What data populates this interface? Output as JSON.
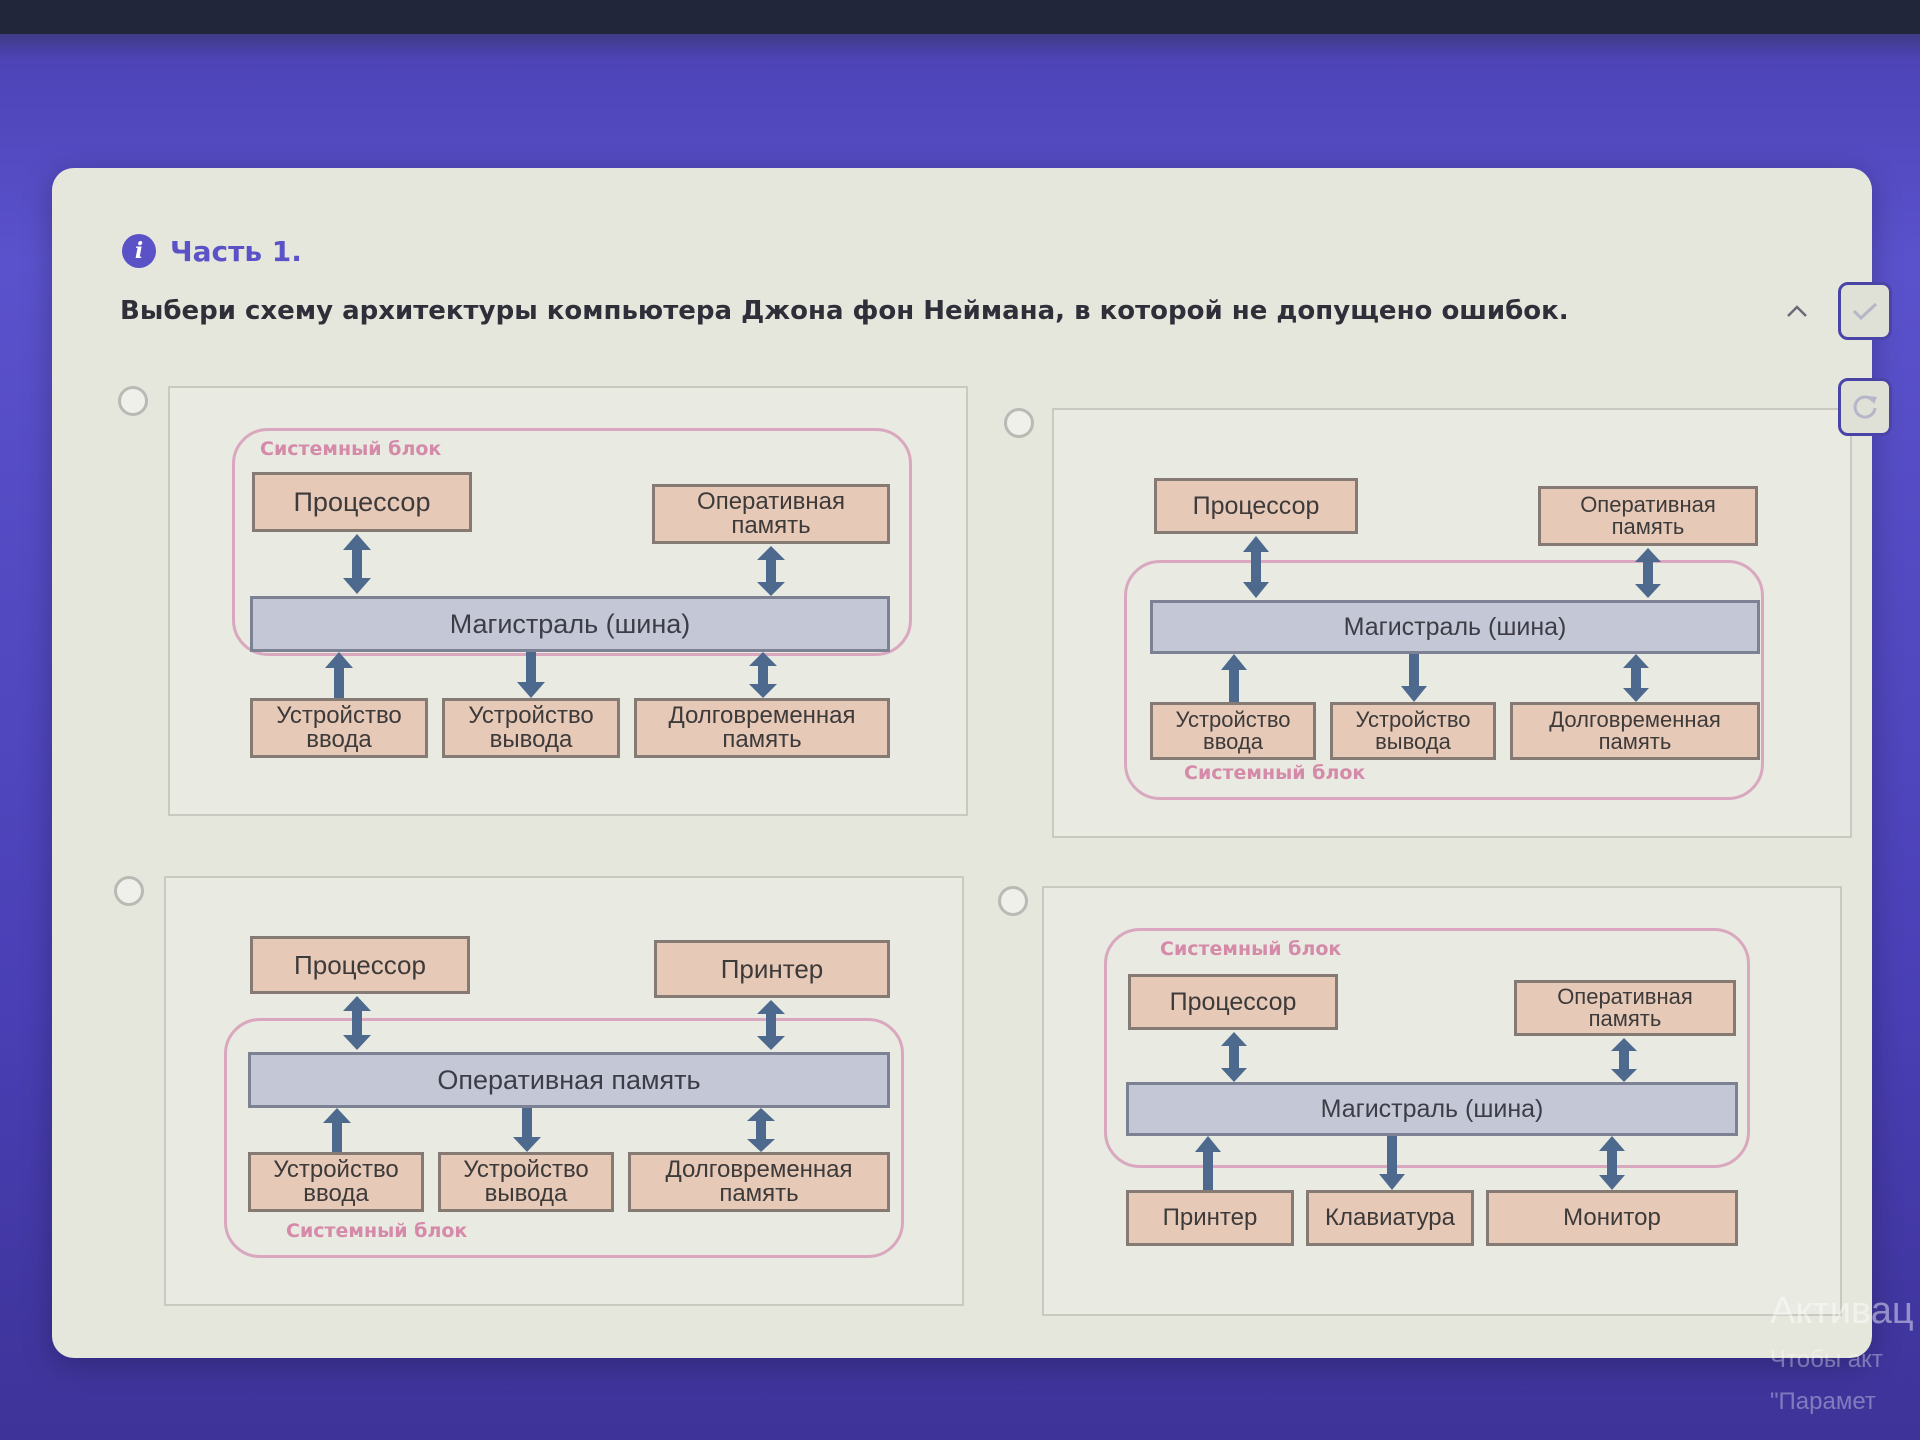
{
  "header": {
    "part_title": "Часть 1.",
    "question": "Выбери схему архитектуры компьютера Джона фон Неймана, в которой не допущено ошибок."
  },
  "icons": {
    "info": "info-icon",
    "collapse": "chevron-up-icon",
    "check": "check-icon",
    "retry": "refresh-icon"
  },
  "colors": {
    "accent": "#5b52c7",
    "box_fill": "#e7c9b8",
    "bus_fill": "#c4c8d6",
    "system_block": "#d9a8bf",
    "arrow": "#4d6a8e"
  },
  "options": [
    {
      "system_label": "Системный блок",
      "top_left": "Процессор",
      "top_right": "Оперативная память",
      "center": "Магистраль (шина)",
      "bottom": [
        "Устройство ввода",
        "Устройство вывода",
        "Долговременная память"
      ]
    },
    {
      "system_label": "Системный блок",
      "top_left": "Процессор",
      "top_right": "Оперативная память",
      "center": "Магистраль (шина)",
      "bottom": [
        "Устройство ввода",
        "Устройство вывода",
        "Долговременная память"
      ]
    },
    {
      "system_label": "Системный блок",
      "top_left": "Процессор",
      "top_right": "Принтер",
      "center": "Оперативная память",
      "bottom": [
        "Устройство ввода",
        "Устройство вывода",
        "Долговременная память"
      ]
    },
    {
      "system_label": "Системный блок",
      "top_left": "Процессор",
      "top_right": "Оперативная память",
      "center": "Магистраль (шина)",
      "bottom": [
        "Принтер",
        "Клавиатура",
        "Монитор"
      ]
    }
  ],
  "watermark": {
    "line1": "Активац",
    "line2": "Чтобы акт",
    "line3": "\"Парамет"
  }
}
